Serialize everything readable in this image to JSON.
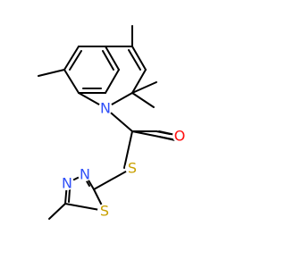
{
  "molecule": {
    "atom_labels": {
      "n1": "N",
      "o": "O",
      "s_thio": "S",
      "n_a": "N",
      "n_b": "N",
      "s_ring": "S"
    },
    "colors": {
      "bond": "#000000",
      "N": "#3050F8",
      "O": "#FF0D0D",
      "S": "#C8A000"
    }
  }
}
